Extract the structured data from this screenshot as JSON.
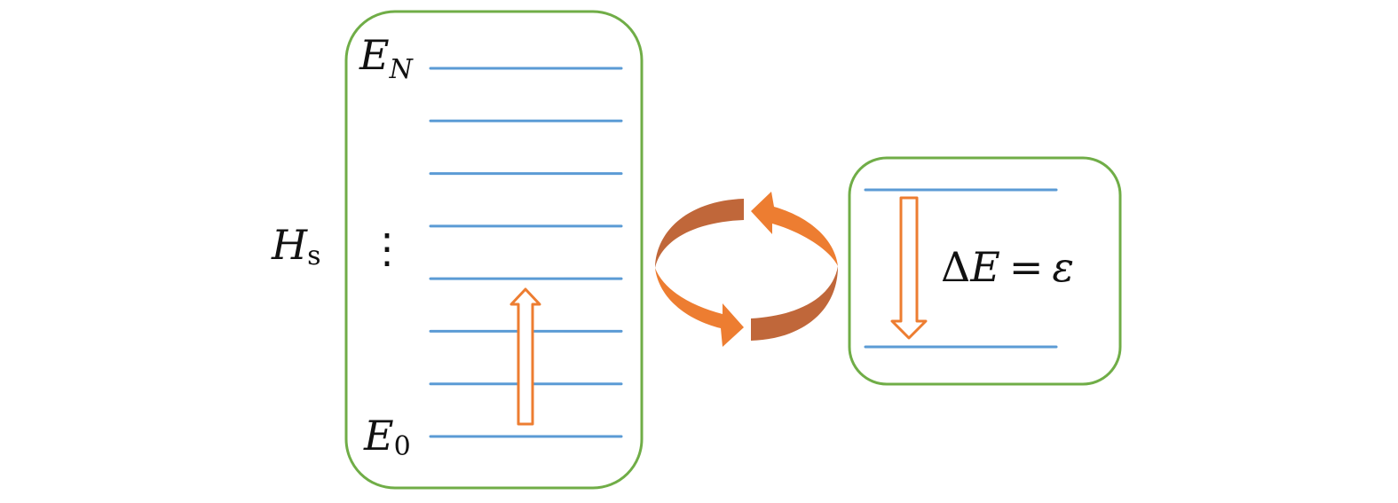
{
  "colors": {
    "box_stroke": "#70ad47",
    "level_line": "#5b9bd5",
    "arrow_outline": "#ed7d31",
    "cycle_light": "#ed7d31",
    "cycle_dark": "#c0673a",
    "text": "#111111"
  },
  "system": {
    "label_main": "H",
    "label_sub": "s",
    "top_level_main": "E",
    "top_level_sub": "N",
    "bottom_level_main": "E",
    "bottom_level_sub": "0",
    "ellipsis": "⋮",
    "level_count": 8
  },
  "bath": {
    "equation_delta": "Δ",
    "equation_main": "E",
    "equation_equals": "=",
    "equation_rhs": "ε",
    "level_count": 2
  },
  "icons": {
    "system_transition": "hollow-up-arrow-icon",
    "bath_transition": "hollow-down-arrow-icon",
    "exchange": "circular-exchange-arrows-icon"
  }
}
